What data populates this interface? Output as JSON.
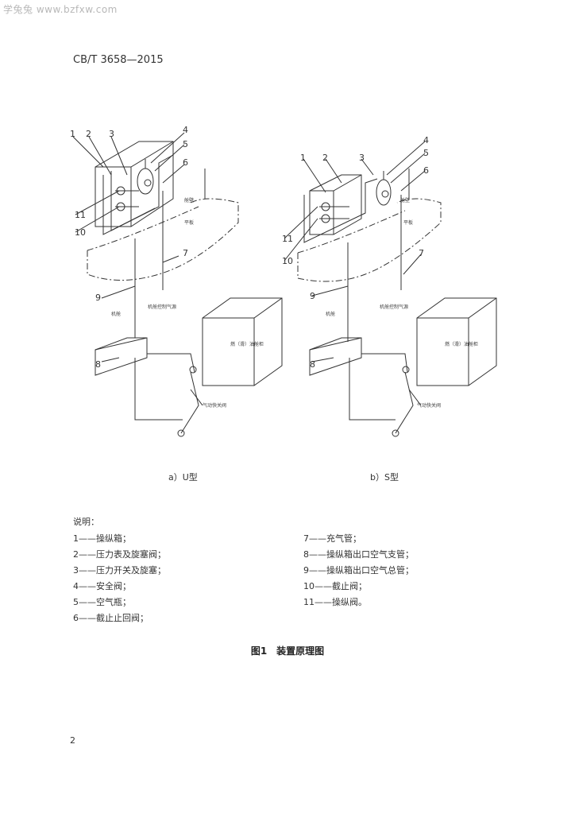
{
  "watermark": "学兔兔 www.bzfxw.com",
  "header": {
    "standard_number": "CB/T 3658—2015"
  },
  "figure": {
    "left": {
      "caption": "a）U型",
      "labels": {
        "deck_room": "舱壁",
        "deck": "平板",
        "cabin": "机舱",
        "tank": "燃（滑）油舱柜",
        "control_air": "机舱控制气源",
        "valve": "气动快关阀"
      }
    },
    "right": {
      "caption": "b）S型",
      "labels": {
        "deck_room": "舱壁",
        "deck": "平板",
        "cabin": "机舱",
        "tank": "燃（滑）油舱柜",
        "control_air": "机舱控制气源",
        "valve": "气动快关阀"
      }
    },
    "numbers": [
      "1",
      "2",
      "3",
      "4",
      "5",
      "6",
      "7",
      "8",
      "9",
      "10",
      "11"
    ]
  },
  "notes": {
    "title": "说明：",
    "left_column": [
      "1——操纵箱；",
      "2——压力表及旋塞阀；",
      "3——压力开关及旋塞；",
      "4——安全阀；",
      "5——空气瓶；",
      "6——截止止回阀；"
    ],
    "right_column": [
      "7——充气管；",
      "8——操纵箱出口空气支管；",
      "9——操纵箱出口空气总管；",
      "10——截止阀；",
      "11——操纵阀。"
    ]
  },
  "figure_title": "图1　装置原理图",
  "page_number": "2"
}
